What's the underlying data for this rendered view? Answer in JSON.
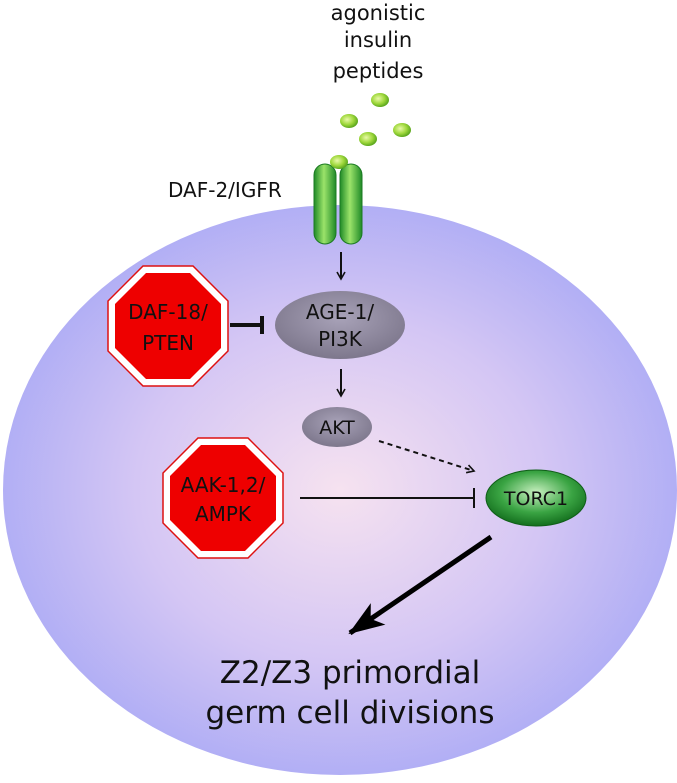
{
  "ligand": {
    "label_lines": [
      "agonistic",
      "insulin",
      "peptides"
    ]
  },
  "receptor": {
    "label": "DAF-2/IGFR"
  },
  "nodes": {
    "age1": {
      "lines": [
        "AGE-1/",
        "PI3K"
      ]
    },
    "akt": {
      "label": "AKT"
    },
    "torc1": {
      "label": "TORC1"
    },
    "daf18": {
      "lines": [
        "DAF-18/",
        "PTEN"
      ]
    },
    "aak": {
      "lines": [
        "AAK-1,2/",
        "AMPK"
      ]
    }
  },
  "outcome": {
    "lines": [
      "Z2/Z3 primordial",
      "germ cell divisions"
    ]
  },
  "colors": {
    "cell_edge": "#a8a8f4",
    "cell_center": "#f4e0f0",
    "receptor_green": "#2fae3a",
    "peptide_green": "#8fd23a",
    "stop_red": "#ee0000",
    "kinase_gray": "#8a8498",
    "torc1_green": "#1e8a2c"
  }
}
